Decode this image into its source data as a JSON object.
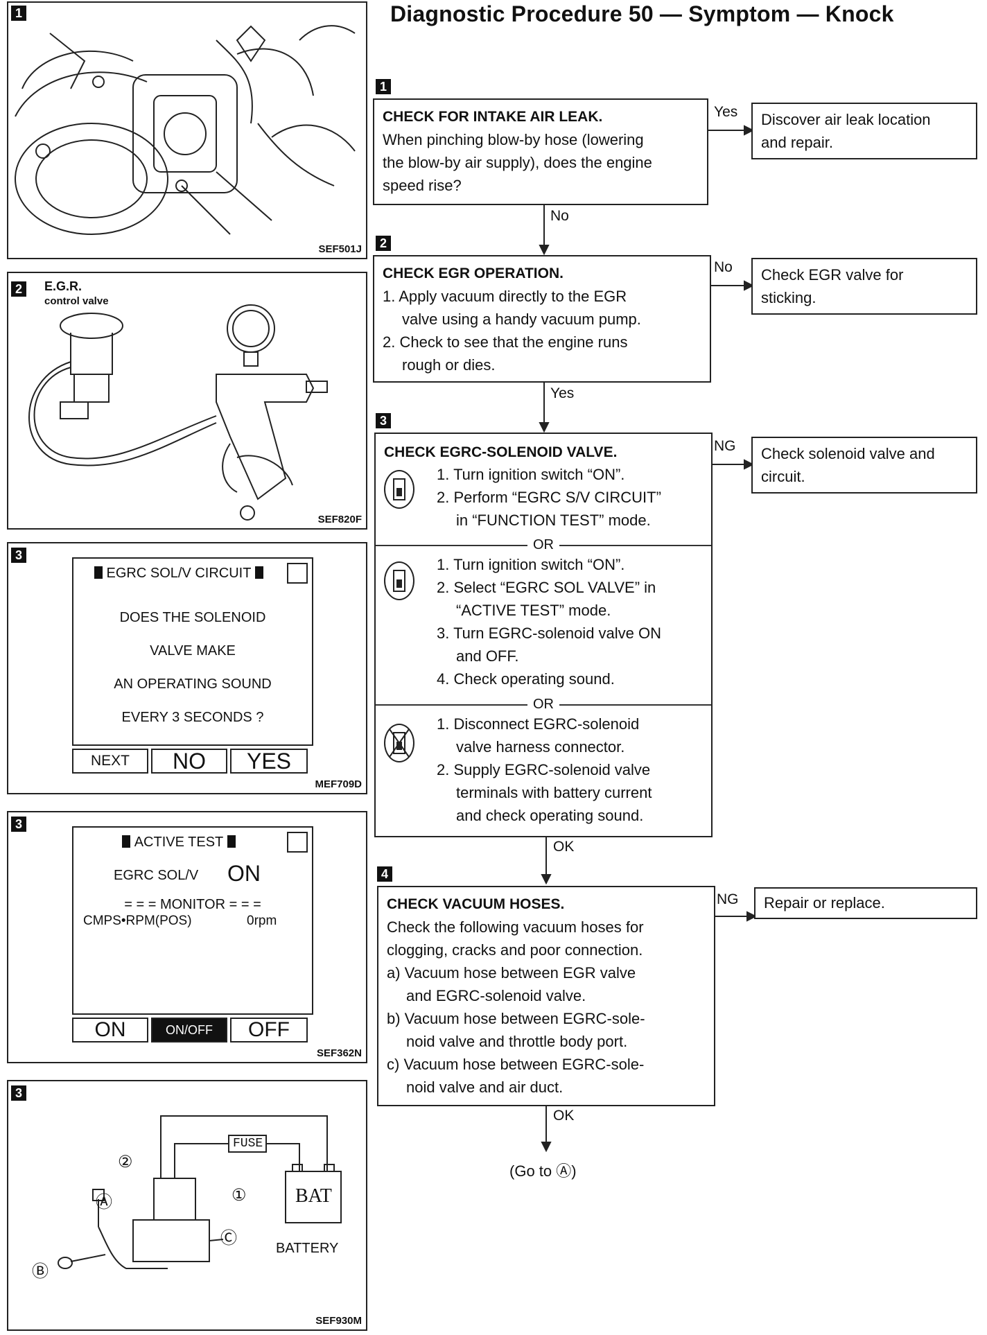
{
  "title": "Diagnostic Procedure 50 — Symptom — Knock",
  "left_panels": [
    {
      "step": "1",
      "code": "SEF501J"
    },
    {
      "step": "2",
      "code": "SEF820F",
      "label_line1": "E.G.R.",
      "label_line2": "control valve"
    },
    {
      "step": "3",
      "code": "MEF709D",
      "screen_title": "EGRC SOL/V CIRCUIT",
      "screen_lines": [
        "DOES THE SOLENOID",
        "VALVE MAKE",
        "AN OPERATING SOUND",
        "EVERY 3 SECONDS ?"
      ],
      "buttons": [
        "NEXT",
        "NO",
        "YES"
      ]
    },
    {
      "step": "3",
      "code": "SEF362N",
      "screen_title": "ACTIVE TEST",
      "item_label": "EGRC SOL/V",
      "item_value": "ON",
      "monitor": "MONITOR",
      "monitor_item": "CMPS•RPM(POS)",
      "monitor_value": "0rpm",
      "buttons": [
        "ON",
        "ON/OFF",
        "OFF"
      ]
    },
    {
      "step": "3",
      "code": "SEF930M",
      "fuse": "FUSE",
      "bat": "BAT",
      "battery": "BATTERY",
      "callouts": [
        "②",
        "①",
        "Ⓐ",
        "Ⓑ",
        "Ⓒ"
      ]
    }
  ],
  "steps": [
    {
      "step": "1",
      "heading": "CHECK FOR INTAKE AIR LEAK.",
      "lines": [
        "When pinching blow-by hose (lowering",
        "the blow-by air supply), does the engine",
        "speed rise?"
      ],
      "branch_label": "Yes",
      "result": [
        "Discover air leak location",
        "and repair."
      ],
      "next_label": "No"
    },
    {
      "step": "2",
      "heading": "CHECK EGR OPERATION.",
      "lines": [
        "1. Apply vacuum directly to the EGR",
        "valve using a handy vacuum pump.",
        "2. Check to see that the engine runs",
        "rough or dies."
      ],
      "branch_label": "No",
      "result": [
        "Check EGR valve for",
        "sticking."
      ],
      "next_label": "Yes"
    },
    {
      "step": "3",
      "heading": "CHECK EGRC-SOLENOID VALVE.",
      "sub_a": [
        "1. Turn ignition switch “ON”.",
        "2. Perform “EGRC S/V CIRCUIT”",
        "in “FUNCTION TEST” mode."
      ],
      "or": "OR",
      "sub_b": [
        "1. Turn ignition switch “ON”.",
        "2. Select “EGRC SOL VALVE” in",
        "“ACTIVE TEST” mode.",
        "3. Turn EGRC-solenoid valve ON",
        "and OFF.",
        "4. Check operating sound."
      ],
      "sub_c": [
        "1. Disconnect EGRC-solenoid",
        "valve harness connector.",
        "2. Supply EGRC-solenoid valve",
        "terminals with battery current",
        "and check operating sound."
      ],
      "branch_label": "NG",
      "result": [
        "Check solenoid valve and",
        "circuit."
      ],
      "next_label": "OK"
    },
    {
      "step": "4",
      "heading": "CHECK VACUUM HOSES.",
      "lines": [
        "Check the following vacuum hoses for",
        "clogging, cracks and poor connection.",
        "a) Vacuum hose between EGR valve",
        "and EGRC-solenoid valve.",
        "b) Vacuum hose between EGRC-sole-",
        "noid valve and throttle body port.",
        "c) Vacuum hose between EGRC-sole-",
        "noid valve and air duct."
      ],
      "branch_label": "NG",
      "result": [
        "Repair or replace."
      ],
      "next_label": "OK"
    }
  ],
  "goto": "(Go to Ⓐ)"
}
